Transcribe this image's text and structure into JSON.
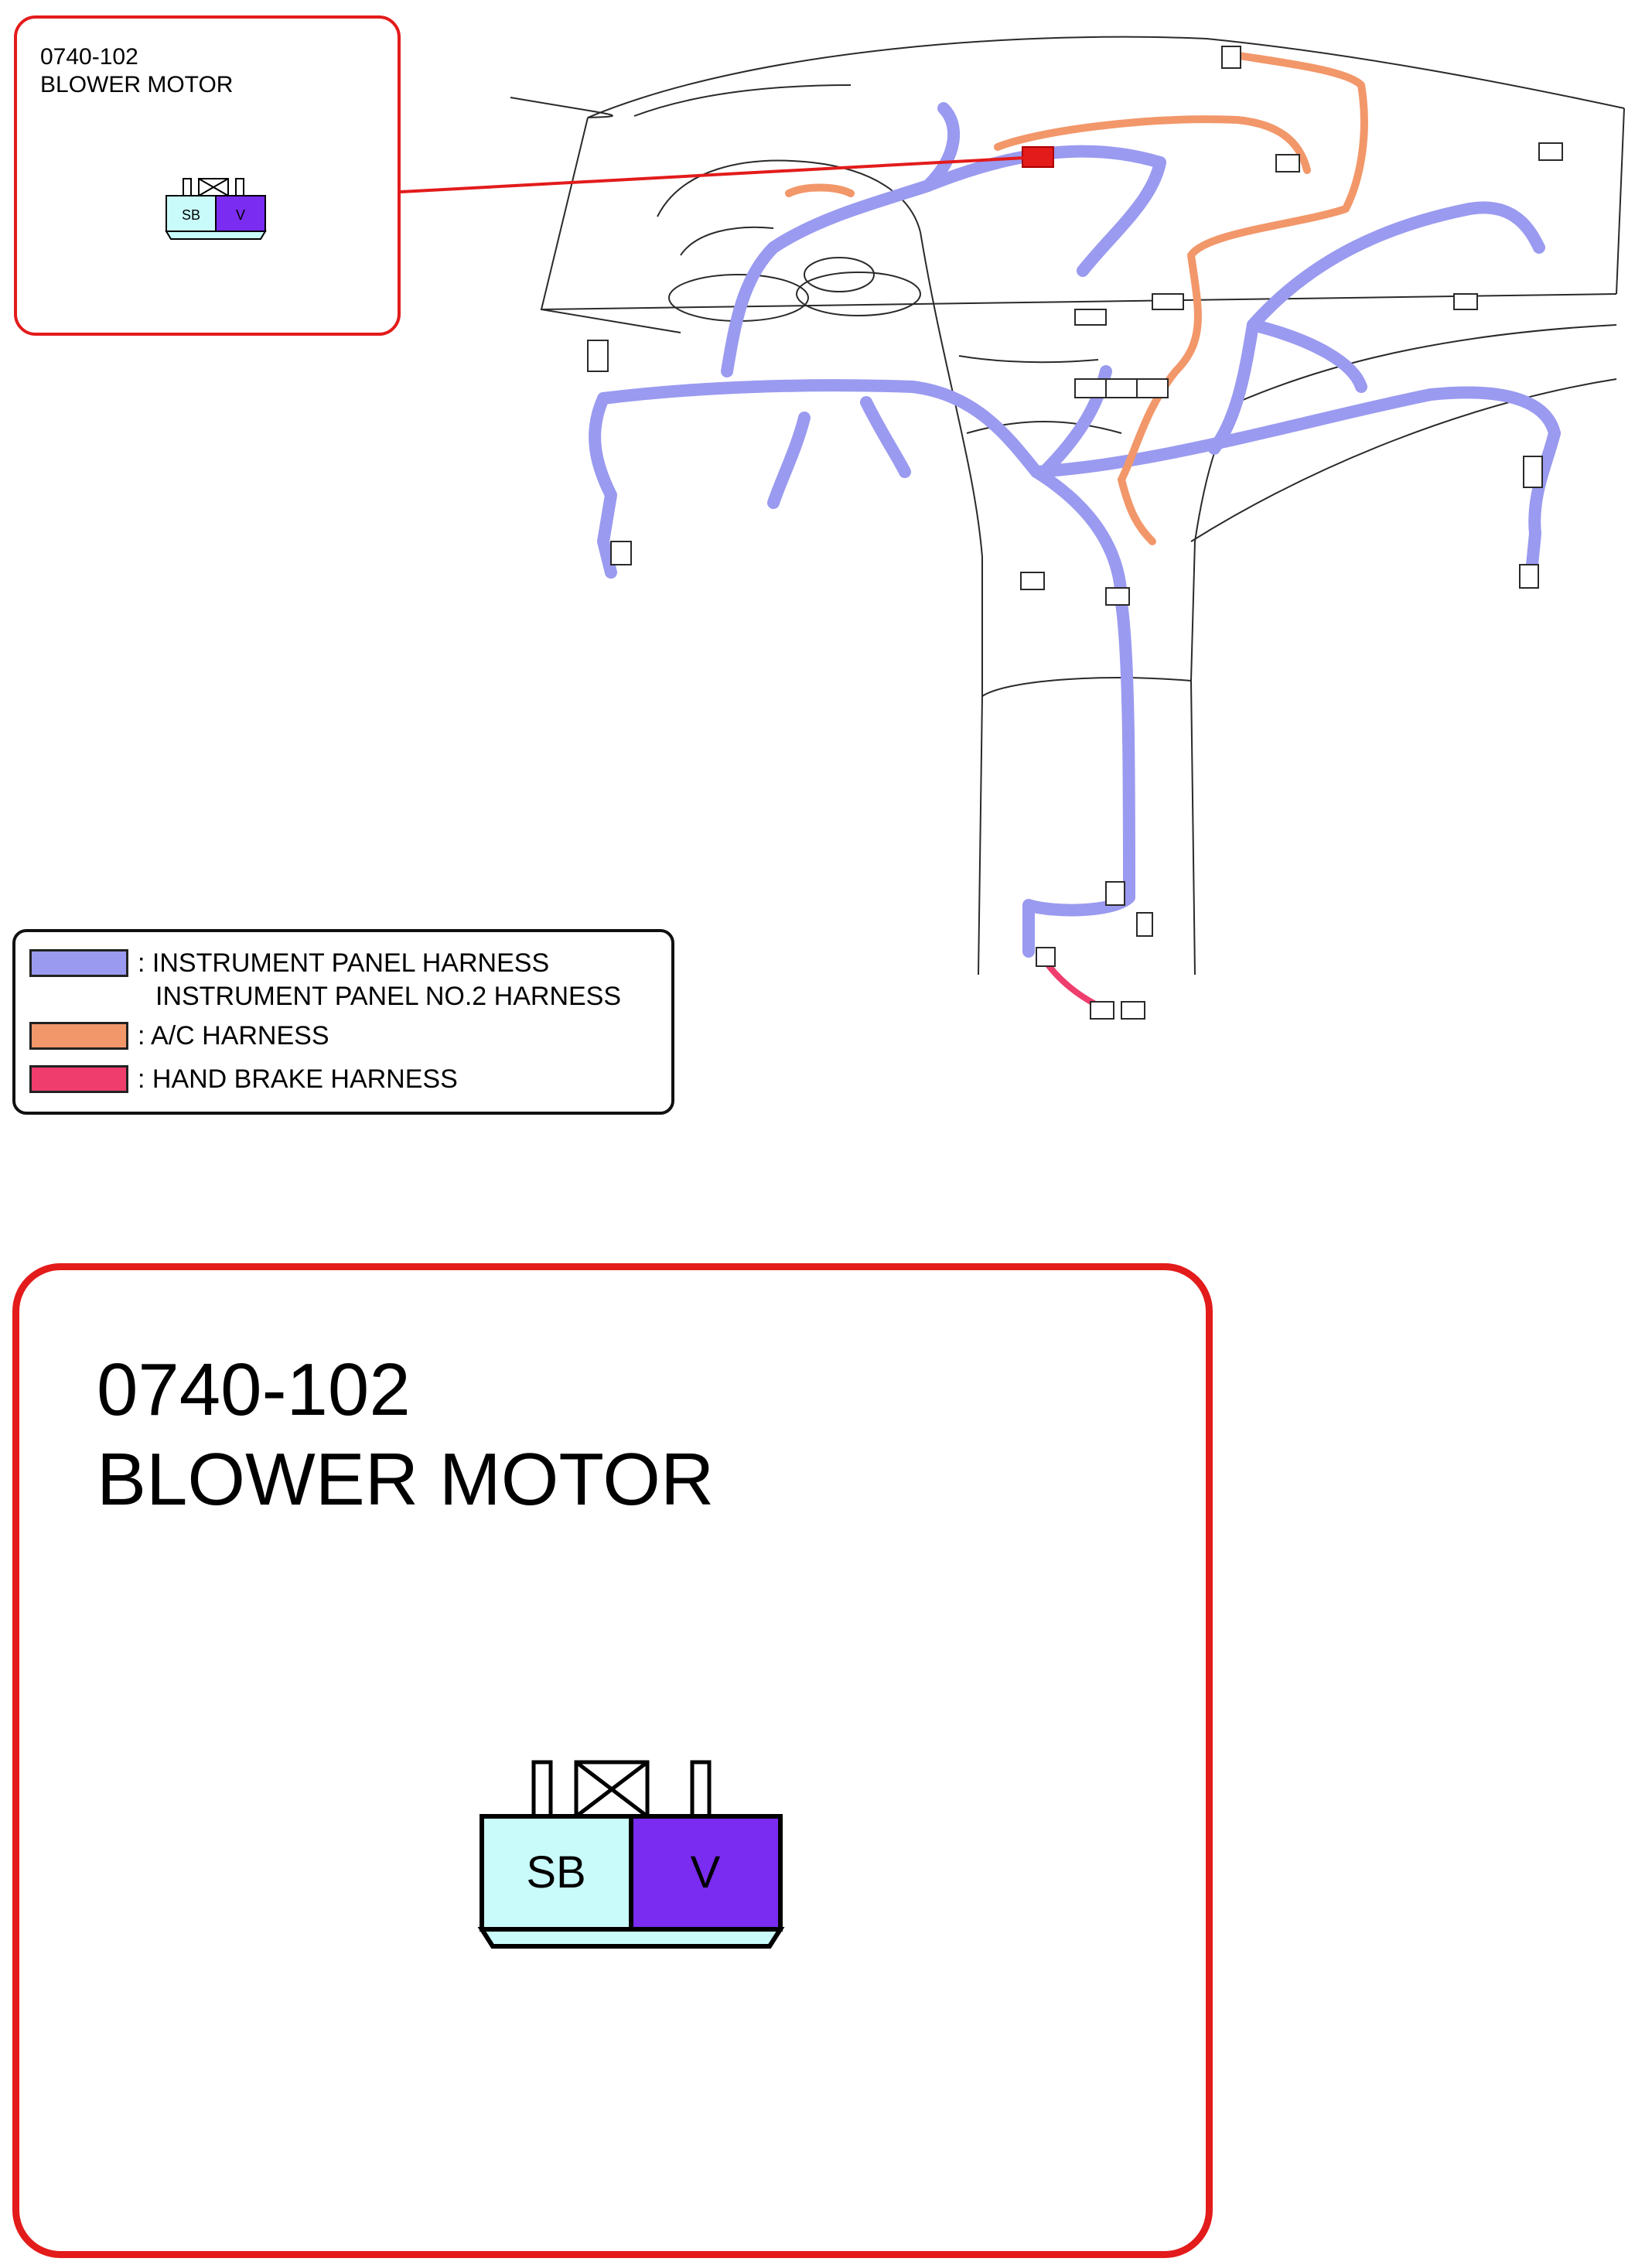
{
  "callout": {
    "part_number": "0740-102",
    "part_name": "BLOWER MOTOR",
    "connector": {
      "pins": [
        {
          "label": "SB",
          "color": "#c9fbfb"
        },
        {
          "label": "V",
          "color": "#7a2cf0"
        }
      ]
    },
    "border_color": "#e31b1b"
  },
  "legend": {
    "items": [
      {
        "color": "#9a9af0",
        "label": ": INSTRUMENT PANEL HARNESS",
        "label_cont": "INSTRUMENT PANEL NO.2 HARNESS"
      },
      {
        "color": "#f2976a",
        "label": ": A/C HARNESS"
      },
      {
        "color": "#ef3d6e",
        "label": ": HAND BRAKE HARNESS"
      }
    ]
  },
  "colors": {
    "instrument_panel": "#9a9af0",
    "ac": "#f2976a",
    "hand_brake": "#ef3d6e",
    "highlight": "#e31b1b"
  },
  "icons": [
    "connector-icon",
    "lock-x-icon"
  ]
}
